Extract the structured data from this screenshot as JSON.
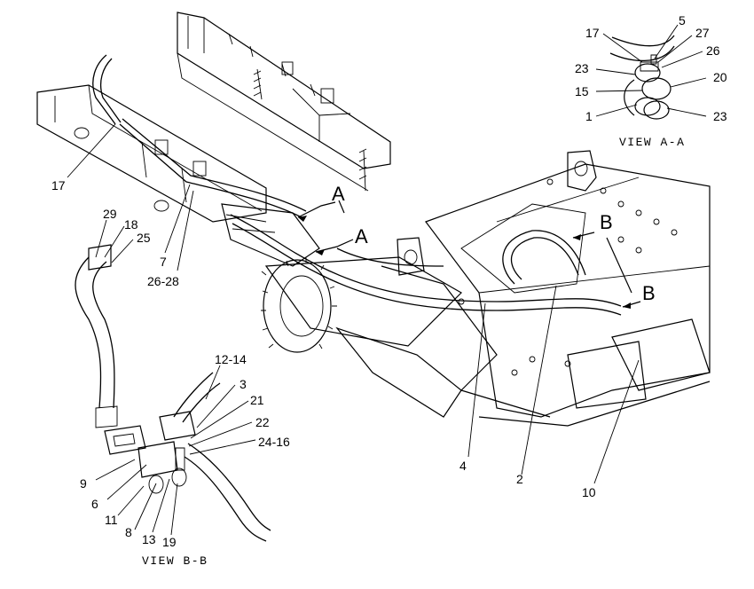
{
  "callouts": {
    "c17": "17",
    "c7": "7",
    "c26_28": "26-28",
    "c29": "29",
    "c18": "18",
    "c25": "25",
    "c4": "4",
    "c2": "2",
    "c10": "10",
    "c12_14": "12-14",
    "c3": "3",
    "c21": "21",
    "c22": "22",
    "c24_16": "24-16",
    "c9": "9",
    "c6": "6",
    "c11": "11",
    "c8": "8",
    "c13": "13",
    "c19": "19",
    "va17": "17",
    "va5": "5",
    "va27": "27",
    "va26": "26",
    "va23a": "23",
    "va20": "20",
    "va15": "15",
    "va1": "1",
    "va23b": "23"
  },
  "section_marks": {
    "a1": "A",
    "a2": "A",
    "b1": "B",
    "b2": "B"
  },
  "captions": {
    "view_aa": "VIEW A-A",
    "view_bb": "VIEW B-B"
  }
}
